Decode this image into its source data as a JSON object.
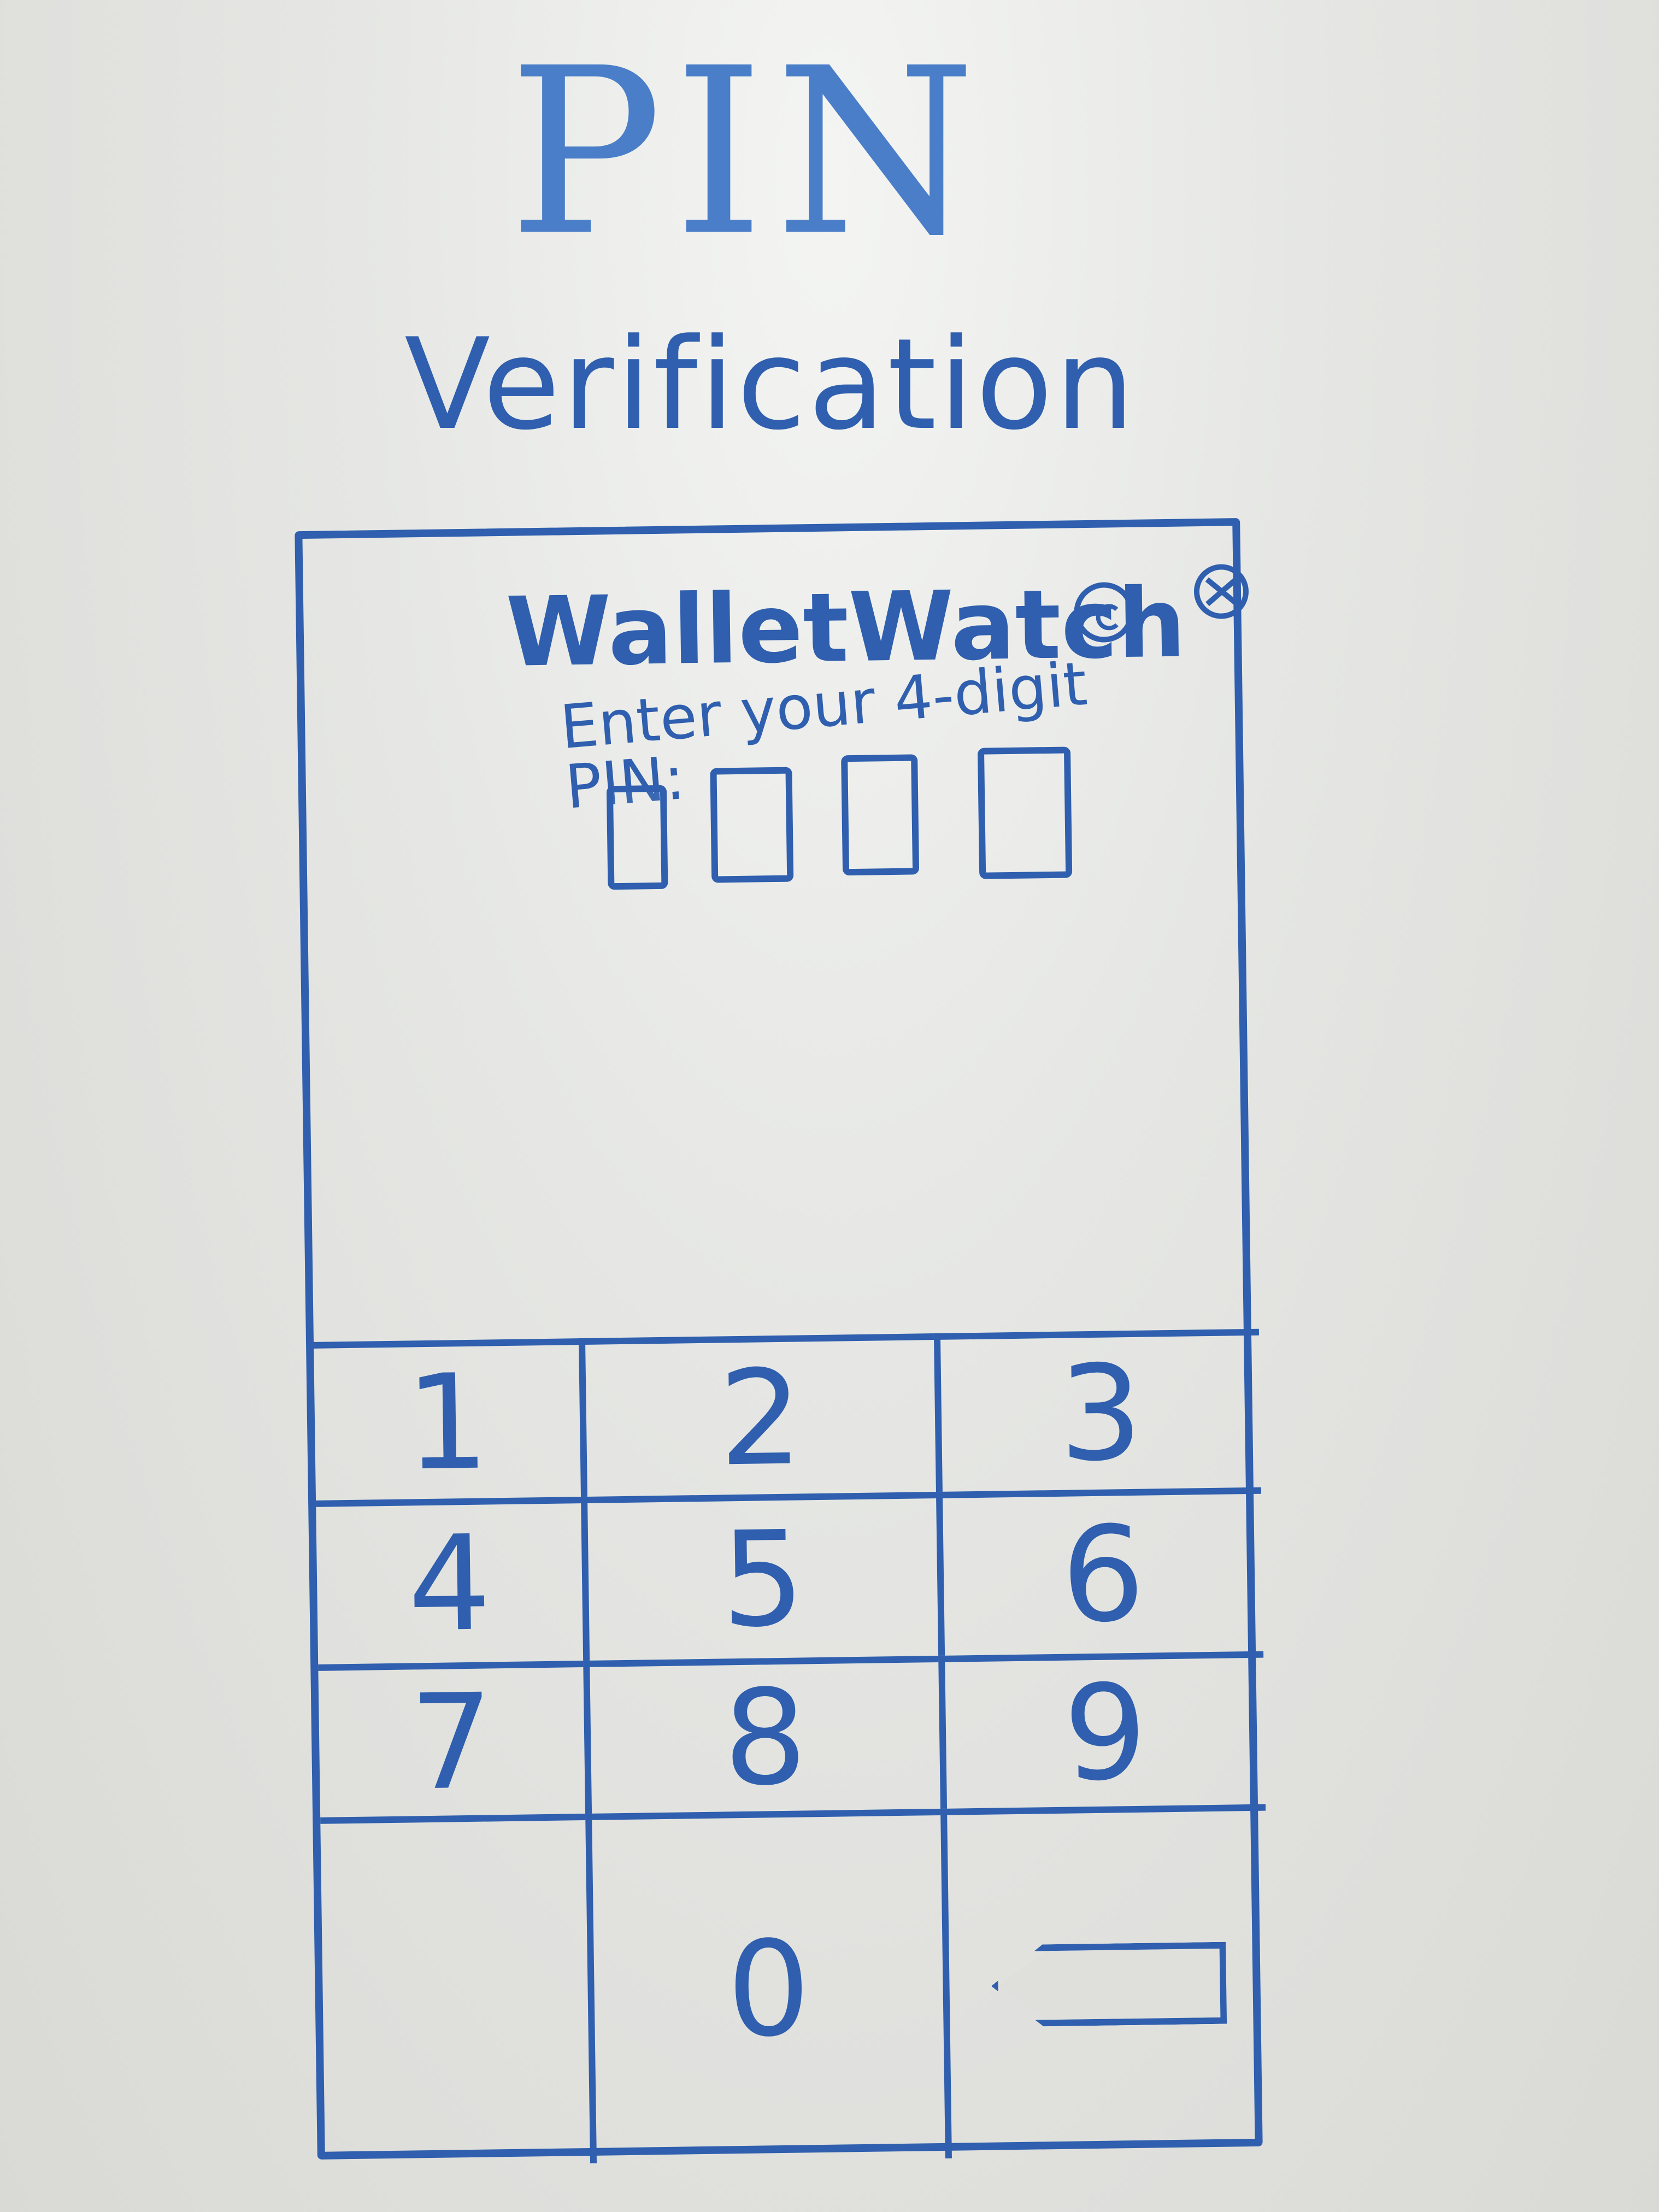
{
  "page": {
    "title": "PIN",
    "subtitle": "Verification"
  },
  "app": {
    "name": "WalletWatch",
    "copyright_icon": "copyright-icon",
    "close_icon": "close-icon",
    "instruction": "Enter your 4-digit PIN:"
  },
  "pin": {
    "box_count": 4
  },
  "keypad": {
    "keys": [
      "1",
      "2",
      "3",
      "4",
      "5",
      "6",
      "7",
      "8",
      "9",
      "",
      "0",
      ""
    ],
    "backspace_icon": "backspace-icon"
  },
  "colors": {
    "ink": "#2f5fae",
    "board": "#dfe0dc"
  }
}
